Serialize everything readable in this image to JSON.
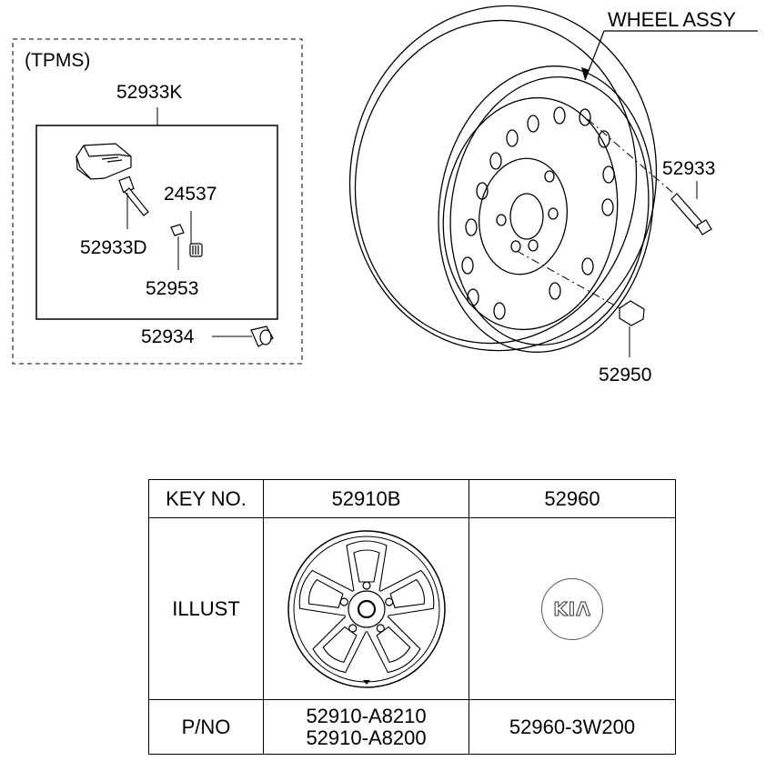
{
  "tpms_group": {
    "title": "(TPMS)"
  },
  "callouts": {
    "sensor_assy": "52933K",
    "valve_stem": "52933D",
    "screw": "24537",
    "nut": "52953",
    "cap": "52934",
    "wheel_assy": "WHEEL ASSY",
    "valve": "52933",
    "lug_nut": "52950"
  },
  "table": {
    "header": {
      "key": "KEY NO.",
      "col1": "52910B",
      "col2": "52960"
    },
    "illust_label": "ILLUST",
    "pno_label": "P/NO",
    "col1_pnos": [
      "52910-A8210",
      "52910-A8200"
    ],
    "col2_pno": "52960-3W200",
    "emblem_text": "KIΛ"
  }
}
